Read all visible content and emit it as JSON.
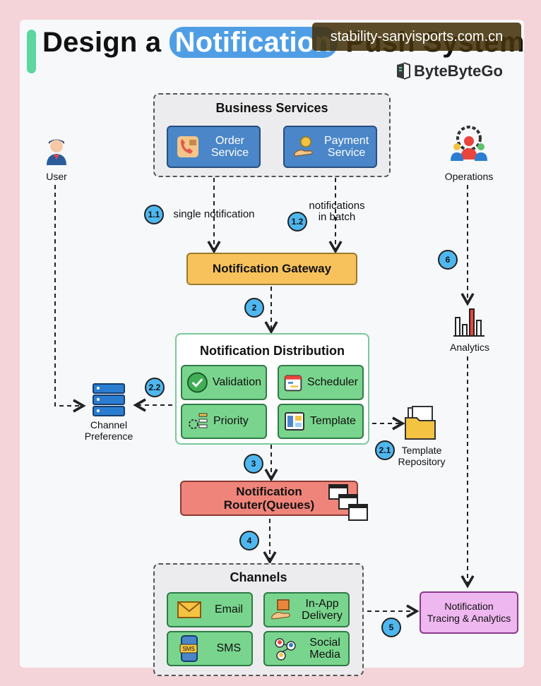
{
  "title": {
    "prefix": "Design a ",
    "highlight": "Notification",
    "suffix": " Push System"
  },
  "watermark": "stability-sanyisports.com.cn",
  "brand": {
    "name": "ByteByteGo"
  },
  "business": {
    "title": "Business Services",
    "order": "Order\nService",
    "payment": "Payment\nService"
  },
  "actors": {
    "user": "User",
    "operations": "Operations"
  },
  "steps": {
    "s11": "1.1",
    "s11_label": "single notification",
    "s12": "1.2",
    "s12_label": "notifications\nin batch",
    "s2": "2",
    "s21": "2.1",
    "s22": "2.2",
    "s3": "3",
    "s4": "4",
    "s5": "5",
    "s6": "6"
  },
  "gateway": "Notification Gateway",
  "distribution": {
    "title": "Notification Distribution",
    "validation": "Validation",
    "scheduler": "Scheduler",
    "priority": "Priority",
    "template": "Template"
  },
  "channel_preference": "Channel\nPreference",
  "template_repository": "Template\nRepository",
  "router": "Notification\nRouter(Queues)",
  "analytics": "Analytics",
  "channels": {
    "title": "Channels",
    "email": "Email",
    "inapp": "In-App\nDelivery",
    "sms": "SMS",
    "social": "Social\nMedia"
  },
  "tracing": "Notification\nTracing & Analytics",
  "colors": {
    "accent_blue": "#4a86c8",
    "gateway_yellow": "#f7c25c",
    "green": "#79d58d",
    "router_red": "#ef857a",
    "tracing_pink": "#efb7f0",
    "step_blue": "#4fb7ef"
  },
  "icons": {
    "order": "phone-package-icon",
    "payment": "hand-coin-icon",
    "user": "user-icon",
    "operations": "team-gear-icon",
    "validation": "check-circle-icon",
    "scheduler": "calendar-icon",
    "priority": "gear-list-icon",
    "template": "template-doc-icon",
    "channel_pref": "server-stack-icon",
    "template_repo": "folder-doc-icon",
    "router": "queue-windows-icon",
    "analytics": "bar-chart-icon",
    "email": "envelope-icon",
    "inapp": "package-hand-icon",
    "sms": "phone-sms-icon",
    "social": "people-network-icon"
  }
}
